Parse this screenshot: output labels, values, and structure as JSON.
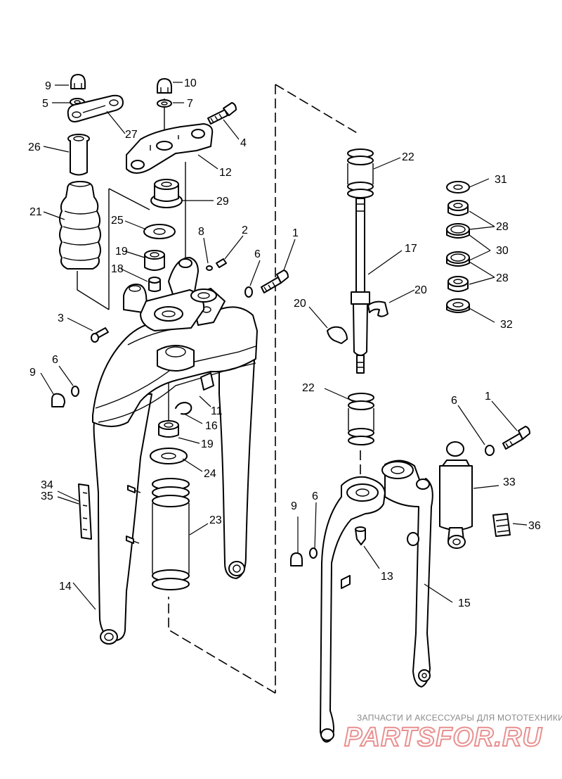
{
  "callouts": {
    "c1a": "1",
    "c1b": "1",
    "c2": "2",
    "c3": "3",
    "c4": "4",
    "c5": "5",
    "c6a": "6",
    "c6b": "6",
    "c6c": "6",
    "c6d": "6",
    "c7": "7",
    "c8": "8",
    "c9a": "9",
    "c9b": "9",
    "c9c": "9",
    "c10": "10",
    "c11": "11",
    "c12": "12",
    "c13": "13",
    "c14": "14",
    "c15": "15",
    "c16": "16",
    "c17": "17",
    "c18": "18",
    "c19a": "19",
    "c19b": "19",
    "c20a": "20",
    "c20b": "20",
    "c21": "21",
    "c22a": "22",
    "c22b": "22",
    "c23": "23",
    "c24": "24",
    "c25": "25",
    "c26": "26",
    "c27": "27",
    "c28a": "28",
    "c28b": "28",
    "c29": "29",
    "c30": "30",
    "c31": "31",
    "c32": "32",
    "c33": "33",
    "c34": "34",
    "c35": "35",
    "c36": "36"
  },
  "watermark": {
    "tagline": "ЗАПЧАСТИ И АКСЕССУАРЫ ДЛЯ МОТОТЕХНИКИ",
    "brand": "PARTSFOR.RU"
  },
  "colors": {
    "line": "#000000",
    "background": "#ffffff",
    "watermark_brand": "#e26c6c",
    "watermark_text": "#8a8a8a"
  }
}
